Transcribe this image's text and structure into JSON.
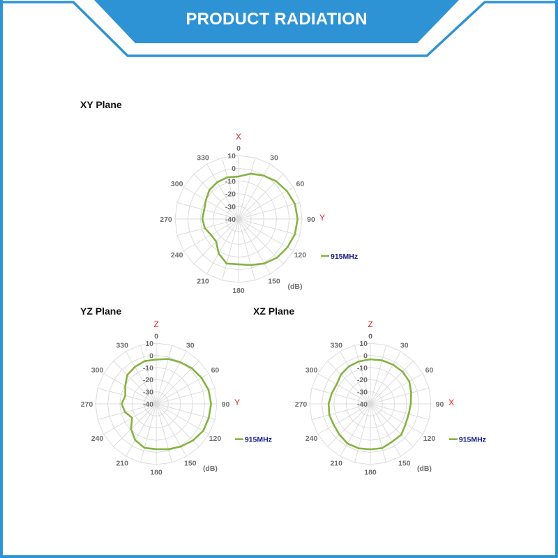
{
  "header": {
    "title": "PRODUCT RADIATION",
    "accent": "#2e93d5"
  },
  "chart_data": [
    {
      "type": "polar-line",
      "title": "XY Plane",
      "axis_top": "X",
      "axis_right": "Y",
      "unit_label": "(dB)",
      "rlim": [
        -40,
        10
      ],
      "radial_ticks": [
        "10",
        "0",
        "-10",
        "-20",
        "-30",
        "-40"
      ],
      "angle_ticks": [
        "0",
        "30",
        "60",
        "90",
        "120",
        "150",
        "180",
        "210",
        "240",
        "270",
        "300",
        "330"
      ],
      "series": [
        {
          "name": "915MHz",
          "color": "#86b341",
          "angles": [
            0,
            15,
            30,
            45,
            60,
            75,
            90,
            105,
            120,
            135,
            150,
            165,
            180,
            195,
            210,
            225,
            240,
            255,
            270,
            285,
            300,
            315,
            330,
            345
          ],
          "values": [
            -6.5,
            -3,
            -0.5,
            2,
            4,
            6,
            6.5,
            6,
            4.5,
            3,
            0.5,
            -2.5,
            -4.3,
            -3.7,
            -8.7,
            -15,
            -15,
            -12.5,
            -11.5,
            -12,
            -10.3,
            -7.6,
            -6.5,
            -6
          ]
        }
      ]
    },
    {
      "type": "polar-line",
      "title": "YZ Plane",
      "axis_top": "Z",
      "axis_right": "Y",
      "unit_label": "(dB)",
      "rlim": [
        -40,
        10
      ],
      "radial_ticks": [
        "10",
        "0",
        "-10",
        "-20",
        "-30",
        "-40"
      ],
      "angle_ticks": [
        "0",
        "30",
        "60",
        "90",
        "120",
        "150",
        "180",
        "210",
        "240",
        "270",
        "300",
        "330"
      ],
      "series": [
        {
          "name": "915MHz",
          "color": "#86b341",
          "angles": [
            0,
            15,
            30,
            45,
            60,
            75,
            90,
            105,
            120,
            135,
            150,
            165,
            180,
            195,
            210,
            225,
            240,
            255,
            270,
            285,
            300,
            315,
            330,
            345
          ],
          "values": [
            -3.5,
            -1.7,
            -0.4,
            1.5,
            3,
            4.6,
            5.2,
            4.8,
            4.6,
            2.7,
            0.6,
            -1.3,
            -2.7,
            -2.5,
            -5.4,
            -10.6,
            -17,
            -13.5,
            -11.5,
            -13.6,
            -10.5,
            -6.3,
            -4.8,
            -3.5
          ]
        }
      ]
    },
    {
      "type": "polar-line",
      "title": "XZ Plane",
      "axis_top": "Z",
      "axis_right": "X",
      "unit_label": "(dB)",
      "rlim": [
        -40,
        10
      ],
      "radial_ticks": [
        "10",
        "0",
        "-10",
        "-20",
        "-30",
        "-40"
      ],
      "angle_ticks": [
        "0",
        "30",
        "60",
        "90",
        "120",
        "150",
        "180",
        "210",
        "240",
        "270",
        "300",
        "330"
      ],
      "series": [
        {
          "name": "915MHz",
          "color": "#86b341",
          "angles": [
            0,
            15,
            30,
            45,
            60,
            75,
            90,
            105,
            120,
            135,
            150,
            165,
            180,
            195,
            210,
            225,
            240,
            255,
            270,
            285,
            300,
            315,
            330,
            345
          ],
          "values": [
            -3.3,
            -2.9,
            -2.7,
            -2.5,
            -3,
            -5.2,
            -6.7,
            -7.3,
            -6.5,
            -4,
            -4,
            -2.3,
            -2.5,
            -2.1,
            -2.3,
            -4,
            -5.2,
            -5,
            -5.6,
            -7,
            -7.9,
            -5.8,
            -4.4,
            -3.8
          ]
        }
      ]
    }
  ]
}
